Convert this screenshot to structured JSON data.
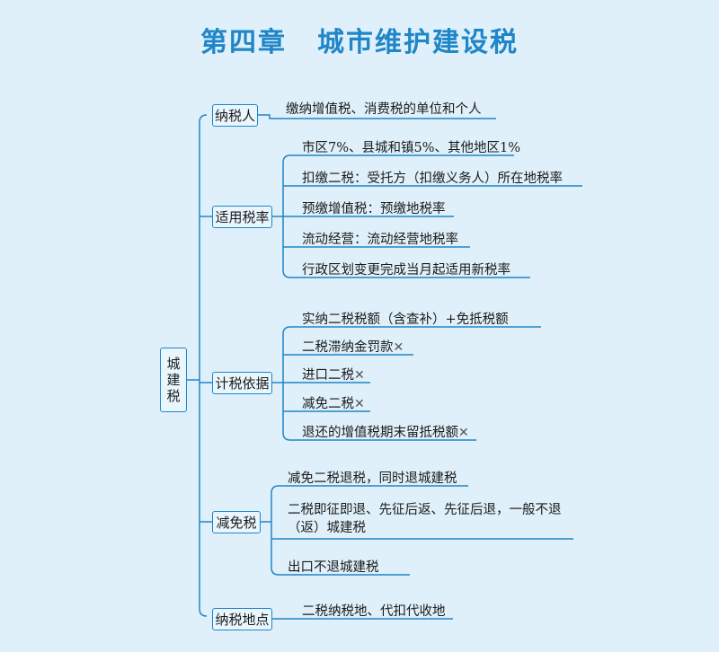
{
  "title": {
    "part1": "第四章",
    "part2": "城市维护建设税"
  },
  "root": {
    "chars": [
      "城",
      "建",
      "税"
    ]
  },
  "branches": [
    {
      "label": "纳税人",
      "items": [
        "缴纳增值税、消费税的单位和个人"
      ]
    },
    {
      "label": "适用税率",
      "items": [
        "市区7%、县城和镇5%、其他地区1%",
        "扣缴二税：受托方（扣缴义务人）所在地税率",
        "预缴增值税：预缴地税率",
        "流动经营：流动经营地税率",
        "行政区划变更完成当月起适用新税率"
      ]
    },
    {
      "label": "计税依据",
      "items": [
        "实纳二税税额（含查补）+免抵税额",
        "二税滞纳金罚款",
        "进口二税",
        "减免二税",
        "退还的增值税期末留抵税额"
      ],
      "cross_mark": "✕"
    },
    {
      "label": "减免税",
      "items": [
        "减免二税退税，同时退城建税",
        "二税即征即退、先征后返、先征后退，一般不退（返）城建税",
        "出口不退城建税"
      ]
    },
    {
      "label": "纳税地点",
      "items": [
        "二税纳税地、代扣代收地"
      ]
    }
  ],
  "colors": {
    "line": "#1f86c8",
    "title": "#1f86c8",
    "background": "#dff0fa"
  }
}
